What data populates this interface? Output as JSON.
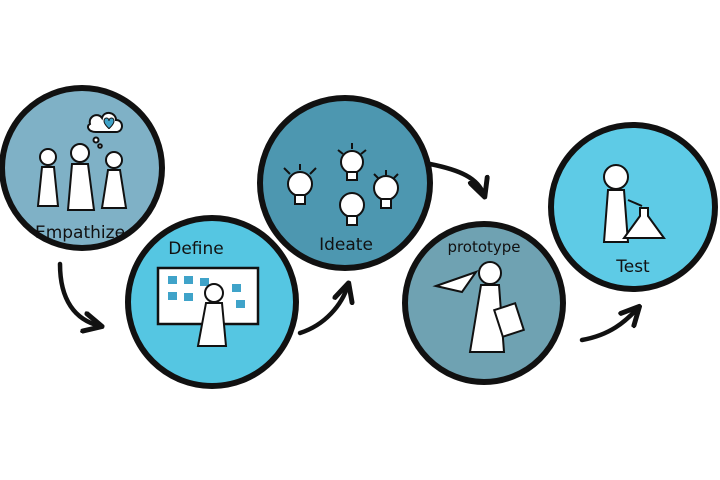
{
  "stages": [
    {
      "label": "Empathize",
      "color": "#7fb1c6",
      "icon": "people-icon"
    },
    {
      "label": "Define",
      "color": "#55c6e2",
      "icon": "board-icon"
    },
    {
      "label": "Ideate",
      "color": "#4d97b0",
      "icon": "lightbulbs-icon"
    },
    {
      "label": "prototype",
      "color": "#6fa2b2",
      "icon": "paper-plane-icon"
    },
    {
      "label": "Test",
      "color": "#5ecbe6",
      "icon": "flask-icon"
    }
  ],
  "outline_color": "#111111"
}
